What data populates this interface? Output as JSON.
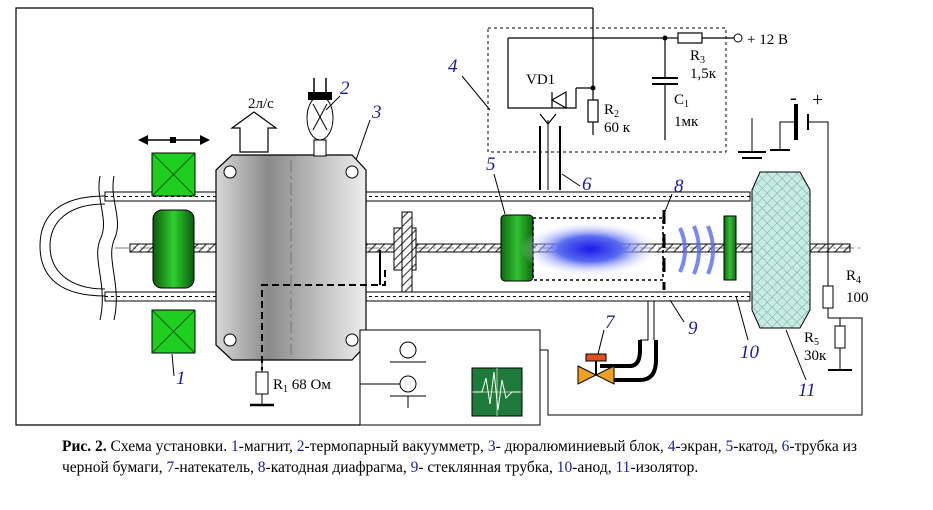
{
  "diagram": {
    "labels": {
      "flow_rate": "2л/с",
      "diode": "VD1",
      "r2_name": "R",
      "r2_sub": "2",
      "r2_value": "60 к",
      "r3_name": "R",
      "r3_sub": "3",
      "r3_value": "1,5к",
      "c1_name": "C",
      "c1_sub": "1",
      "c1_value": "1мк",
      "supply": "+ 12 В",
      "r1_name": "R",
      "r1_sub": "1",
      "r1_value": "68 Ом",
      "r4_name": "R",
      "r4_sub": "4",
      "r4_value": "100",
      "r5_name": "R",
      "r5_sub": "5",
      "r5_value": "30к",
      "battery_minus": "-",
      "battery_plus": "+"
    },
    "numbers": {
      "n1": "1",
      "n2": "2",
      "n3": "3",
      "n4": "4",
      "n5": "5",
      "n6": "6",
      "n7": "7",
      "n8": "8",
      "n9": "9",
      "n10": "10",
      "n11": "11"
    },
    "colors": {
      "magnet": "#1fcf1f",
      "cathode": "#1a8f1a",
      "plasma": "#2a2ae0",
      "insulator": "#bfe8e0",
      "number_text": "#1c1c9a",
      "valve": "#e89020"
    }
  },
  "caption": {
    "fig": "Рис. 2.",
    "title": "Схема установки.",
    "items": [
      {
        "n": "1",
        "t": "-магнит, "
      },
      {
        "n": "2",
        "t": "-термопарный вакуумметр, "
      },
      {
        "n": "3",
        "t": "- дюралюминиевый блок, "
      },
      {
        "n": "4",
        "t": "-экран, "
      },
      {
        "n": "5",
        "t": "-катод, "
      },
      {
        "n": "6",
        "t": "-трубка из черной бумаги, "
      },
      {
        "n": "7",
        "t": "-натекатель, "
      },
      {
        "n": "8",
        "t": "-катодная диафрагма, "
      },
      {
        "n": "9",
        "t": "- стеклянная трубка, "
      },
      {
        "n": "10",
        "t": "-анод, "
      },
      {
        "n": "11",
        "t": "-изолятор."
      }
    ]
  }
}
